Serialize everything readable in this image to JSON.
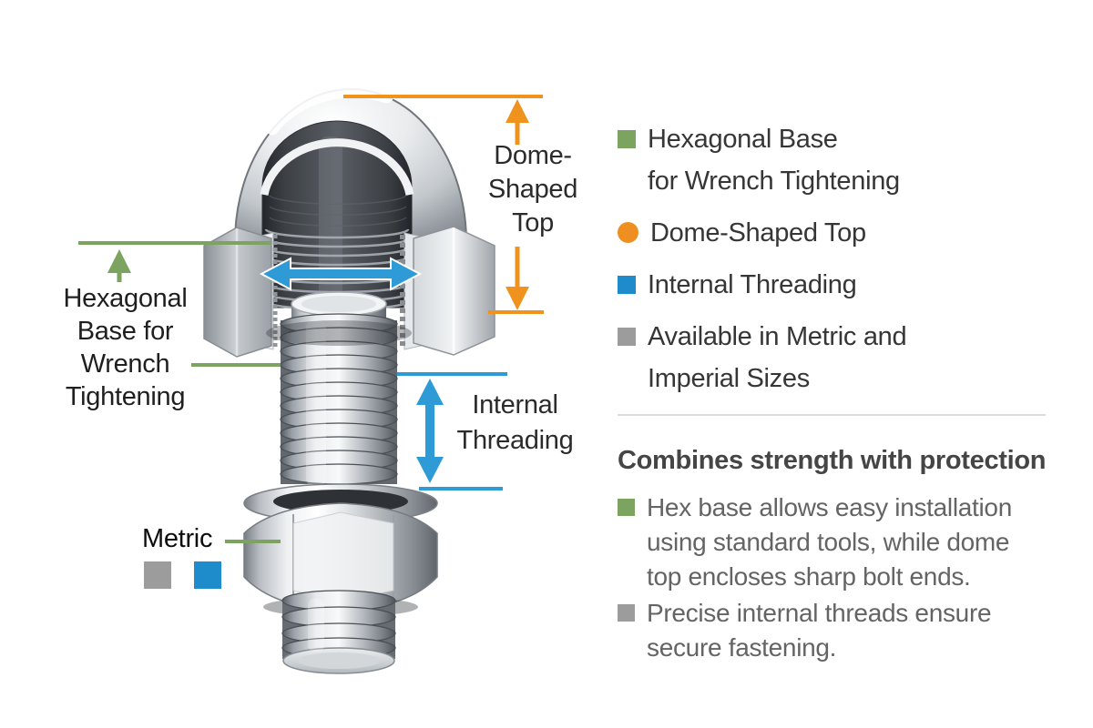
{
  "colors": {
    "green": "#7CA35F",
    "orange": "#EF8F22",
    "blue_bullet": "#1E8CCB",
    "blue_arrow": "#2E9AD6",
    "gray": "#9C9C9C",
    "divider": "#DCDCDC"
  },
  "diagram": {
    "callouts": {
      "dome_label": "Dome-\nShaped\nTop",
      "hex_base_label": "Hexagonal\nBase for\nWrench\nTightening",
      "internal_label": "Internal\nThreading",
      "metric_label": "Metric"
    }
  },
  "panel": {
    "features": [
      {
        "bullet": "green-square",
        "label": "Hexagonal Base\nfor Wrench Tightening"
      },
      {
        "bullet": "orange-circle",
        "label": "Dome-Shaped Top"
      },
      {
        "bullet": "blue-square",
        "label": "Internal Threading"
      },
      {
        "bullet": "gray-square",
        "label": "Available in Metric and\nImperial Sizes"
      }
    ],
    "heading": "Combines strength with protection",
    "details": [
      {
        "bullet": "green-square",
        "label": "Hex base allows easy installation\nusing standard tools, while dome\ntop encloses sharp bolt ends."
      },
      {
        "bullet": "gray-square",
        "label": "Precise internal threads ensure\nsecure fastening."
      }
    ]
  }
}
